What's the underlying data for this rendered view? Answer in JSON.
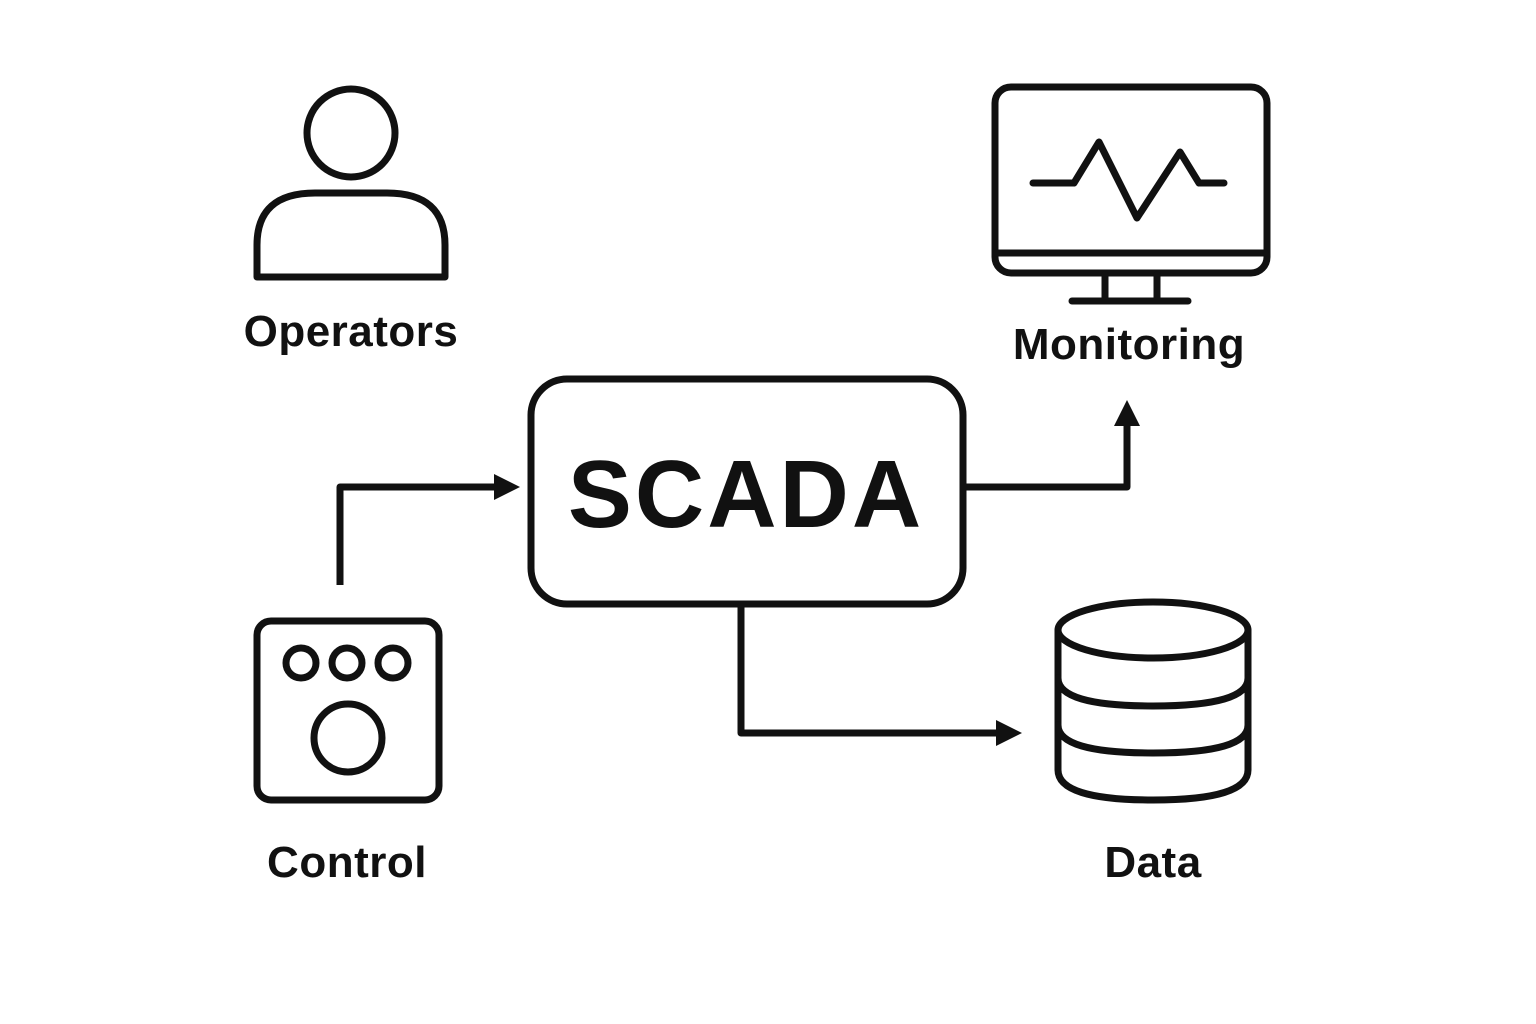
{
  "diagram": {
    "center": {
      "label": "SCADA"
    },
    "nodes": [
      {
        "id": "operators",
        "label": "Operators",
        "icon": "person-icon"
      },
      {
        "id": "monitoring",
        "label": "Monitoring",
        "icon": "monitor-pulse-icon"
      },
      {
        "id": "control",
        "label": "Control",
        "icon": "control-panel-icon"
      },
      {
        "id": "data",
        "label": "Data",
        "icon": "database-icon"
      }
    ],
    "edges": [
      {
        "from": "control",
        "to": "scada"
      },
      {
        "from": "scada",
        "to": "monitoring"
      },
      {
        "from": "scada",
        "to": "data"
      }
    ],
    "colors": {
      "stroke": "#111111",
      "background": "#ffffff"
    }
  }
}
